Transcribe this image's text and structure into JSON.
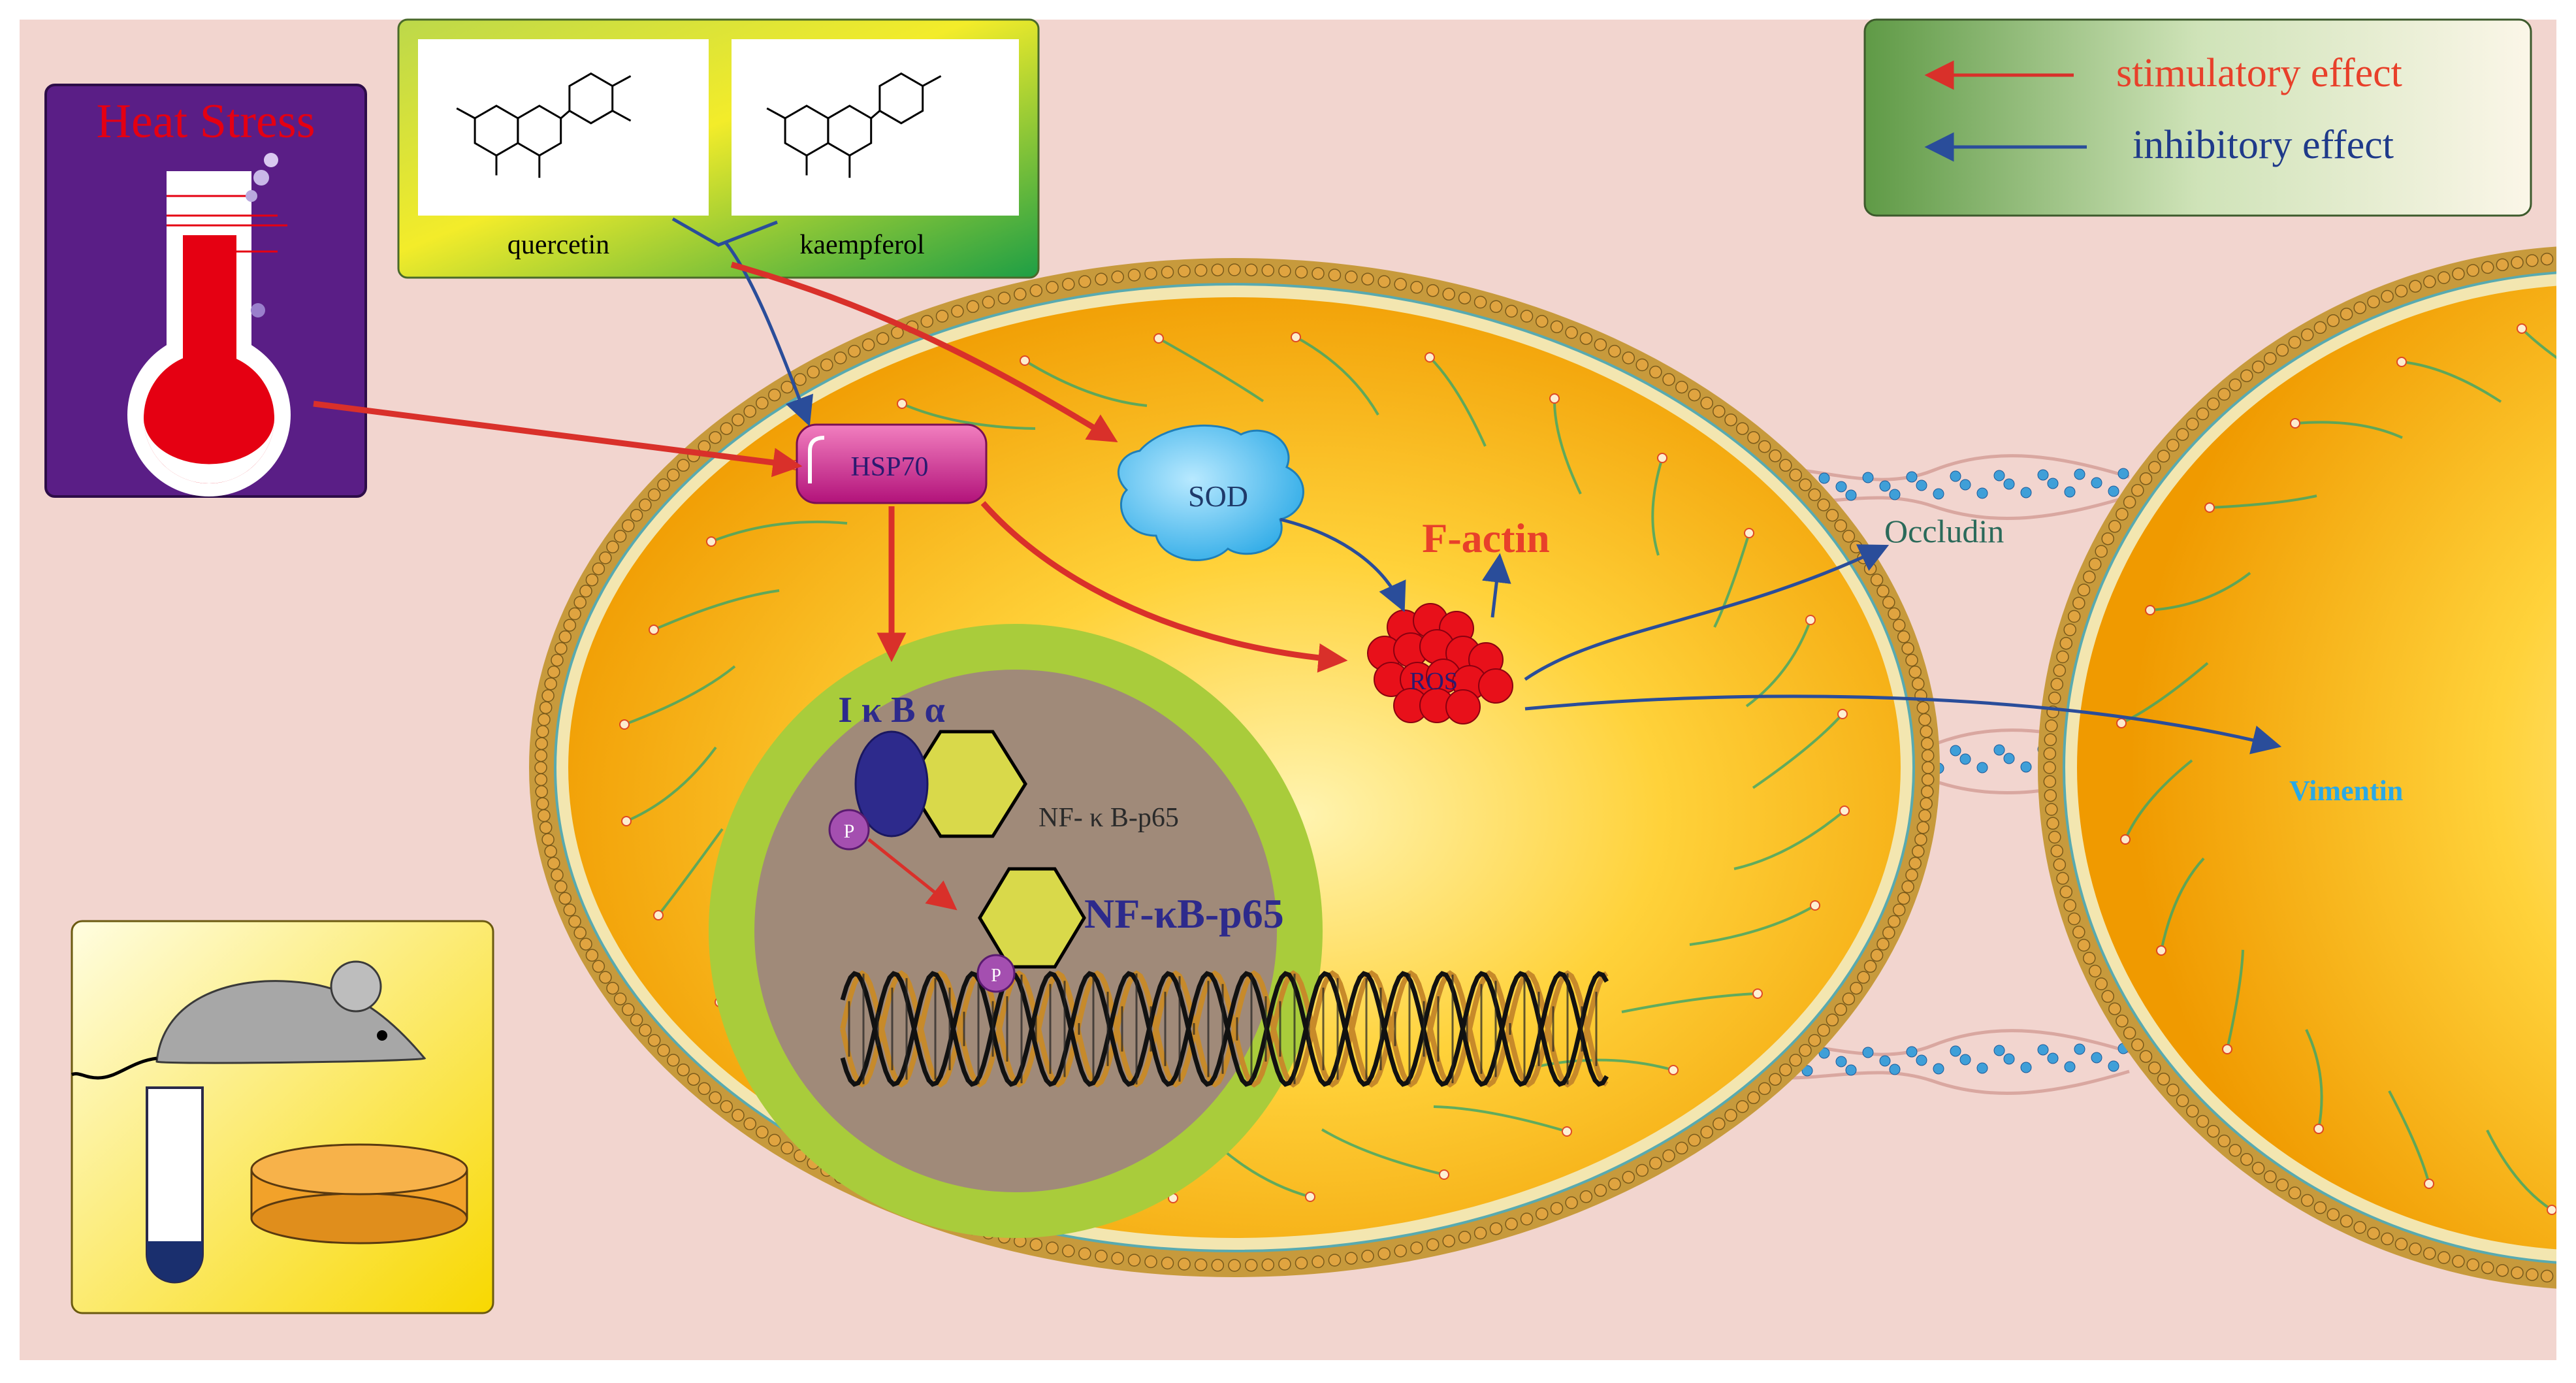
{
  "diagram": {
    "heat_stress_label": "Heat Stress",
    "flavonoids": [
      {
        "name": "quercetin"
      },
      {
        "name": "kaempferol"
      }
    ],
    "legend": {
      "stimulatory": "stimulatory effect",
      "inhibitory": "inhibitory effect"
    },
    "nodes": {
      "hsp70": "HSP70",
      "sod": "SOD",
      "ros": "ROS",
      "f_actin": "F-actin",
      "ikba": "I κ B α",
      "nfkb_p65_bound": "NF- κ B-p65",
      "nfkb_p65_free": "NF-κB-p65",
      "phospho_1": "P",
      "phospho_2": "P",
      "occludin": "Occludin",
      "vimentin": "Vimentin"
    },
    "colors": {
      "background": "#f2d5cf",
      "stimulatory_arrow": "#d9302a",
      "inhibitory_arrow": "#2a4d9a",
      "cell": "#f6b400",
      "nucleus_ring": "#a9cc3b",
      "nucleus": "#a08a79",
      "heat_panel": "#5a1e86",
      "thermometer": "#e50012"
    },
    "icons": [
      "thermometer-icon",
      "mouse-icon",
      "test-tube-icon",
      "petri-dish-icon",
      "dna-helix-icon"
    ]
  }
}
